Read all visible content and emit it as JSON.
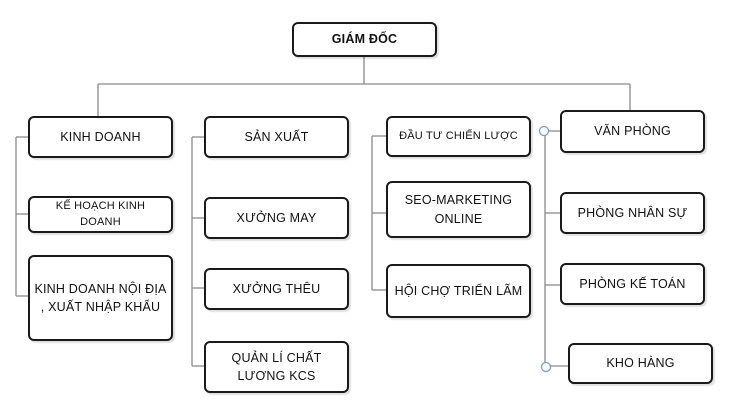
{
  "root": "GIÁM ĐỐC",
  "branches": [
    {
      "head": "KINH DOANH",
      "children": [
        "KẾ HOẠCH KINH DOANH",
        "KINH DOANH NỘI ĐỊA , XUẤT NHẬP KHẨU"
      ]
    },
    {
      "head": "SẢN XUẤT",
      "children": [
        "XƯỞNG MAY",
        "XƯỞNG THÊU",
        "QUẢN LÍ CHẤT LƯƠNG KCS"
      ]
    },
    {
      "head": "ĐẦU TƯ CHIẾN LƯỢC",
      "children": [
        "SEO-MARKETING ONLINE",
        "HỘI CHỢ TRIỂN LÃM"
      ]
    },
    {
      "head": "VĂN PHÒNG",
      "children": [
        "PHÒNG NHÂN SỰ",
        "PHÒNG KẾ TOÁN",
        "KHO HÀNG"
      ]
    }
  ]
}
